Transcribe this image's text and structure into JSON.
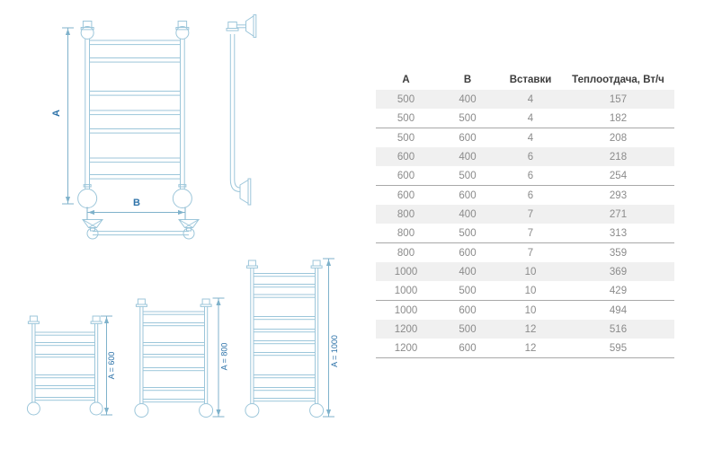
{
  "diagram": {
    "labels": {
      "dim_a": "A",
      "dim_b": "B",
      "ladder_600": "A = 600",
      "ladder_800": "A = 800",
      "ladder_1000": "A = 1000"
    },
    "accent_line_color": "#9cc6da",
    "dimension_color": "#7fb2cb",
    "label_color": "#2e73a9"
  },
  "table": {
    "headers": [
      "А",
      "В",
      "Вставки",
      "Теплоотдача, Вт/ч"
    ],
    "rows": [
      [
        "500",
        "400",
        "4",
        "157"
      ],
      [
        "500",
        "500",
        "4",
        "182"
      ],
      [
        "500",
        "600",
        "4",
        "208"
      ],
      [
        "600",
        "400",
        "6",
        "218"
      ],
      [
        "600",
        "500",
        "6",
        "254"
      ],
      [
        "600",
        "600",
        "6",
        "293"
      ],
      [
        "800",
        "400",
        "7",
        "271"
      ],
      [
        "800",
        "500",
        "7",
        "313"
      ],
      [
        "800",
        "600",
        "7",
        "359"
      ],
      [
        "1000",
        "400",
        "10",
        "369"
      ],
      [
        "1000",
        "500",
        "10",
        "429"
      ],
      [
        "1000",
        "600",
        "10",
        "494"
      ],
      [
        "1200",
        "500",
        "12",
        "516"
      ],
      [
        "1200",
        "600",
        "12",
        "595"
      ]
    ],
    "shaded_rows": [
      0,
      3,
      6,
      9,
      12
    ],
    "divider_rows": [
      1,
      4,
      7,
      10,
      13
    ],
    "header_text_color": "#3d3d3d",
    "cell_text_color": "#8b8b8b",
    "shaded_row_color": "#f0f0f0",
    "divider_color": "#a9a9a9"
  }
}
